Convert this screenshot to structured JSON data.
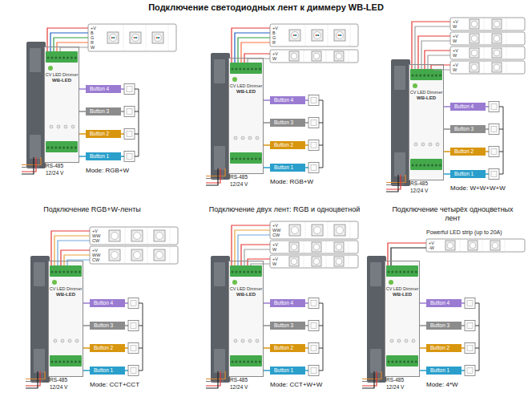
{
  "diagram": {
    "title": "Подключение светодиодных лент к диммеру WB-LED",
    "nodes": [
      {
        "text": [
          "CV LED Dimmer",
          "WB-LED"
        ]
      },
      {
        "text": [
          "Button 4"
        ]
      },
      {
        "text": [
          "Button 3"
        ]
      },
      {
        "text": [
          "Button 2"
        ]
      },
      {
        "text": [
          "Button 1"
        ]
      },
      {
        "text": [
          "CV LED Dimmer",
          "WB-LED"
        ]
      },
      {
        "text": [
          "Button 4"
        ]
      },
      {
        "text": [
          "Button 3"
        ]
      },
      {
        "text": [
          "Button 2"
        ]
      },
      {
        "text": [
          "Button 1"
        ]
      },
      {
        "text": [
          "CV LED Dimmer",
          "WB-LED"
        ]
      },
      {
        "text": [
          "Button 4"
        ]
      },
      {
        "text": [
          "Button 3"
        ]
      },
      {
        "text": [
          "Button 2"
        ]
      },
      {
        "text": [
          "Button 1"
        ]
      },
      {
        "text": [
          "CV LED Dimmer",
          "WB-LED"
        ]
      },
      {
        "text": [
          "Button 4"
        ]
      },
      {
        "text": [
          "Button 3"
        ]
      },
      {
        "text": [
          "Button 2"
        ]
      },
      {
        "text": [
          "Button 1"
        ]
      },
      {
        "text": [
          "CV LED Dimmer",
          "WB-LED"
        ]
      },
      {
        "text": [
          "Button 4"
        ]
      },
      {
        "text": [
          "Button 3"
        ]
      },
      {
        "text": [
          "Button 2"
        ]
      },
      {
        "text": [
          "Button 1"
        ]
      },
      {
        "text": [
          "CV LED Dimmer",
          "WB-LED"
        ]
      },
      {
        "text": [
          "Button 4"
        ]
      },
      {
        "text": [
          "Button 3"
        ]
      },
      {
        "text": [
          "Button 2"
        ]
      },
      {
        "text": [
          "Button 1"
        ]
      }
    ],
    "edges": [
      {
        "from": 0,
        "to": 1,
        "arrow": "none"
      },
      {
        "from": 0,
        "to": 2,
        "arrow": "none"
      },
      {
        "from": 0,
        "to": 3,
        "arrow": "none"
      },
      {
        "from": 0,
        "to": 4,
        "arrow": "none"
      },
      {
        "from": 5,
        "to": 6,
        "arrow": "none"
      },
      {
        "from": 5,
        "to": 7,
        "arrow": "none"
      },
      {
        "from": 5,
        "to": 8,
        "arrow": "none"
      },
      {
        "from": 5,
        "to": 9,
        "arrow": "none"
      },
      {
        "from": 10,
        "to": 11,
        "arrow": "none"
      },
      {
        "from": 10,
        "to": 12,
        "arrow": "none"
      },
      {
        "from": 10,
        "to": 13,
        "arrow": "none"
      },
      {
        "from": 10,
        "to": 14,
        "arrow": "none"
      },
      {
        "from": 15,
        "to": 16,
        "arrow": "none"
      },
      {
        "from": 15,
        "to": 17,
        "arrow": "none"
      },
      {
        "from": 15,
        "to": 18,
        "arrow": "none"
      },
      {
        "from": 15,
        "to": 19,
        "arrow": "none"
      },
      {
        "from": 20,
        "to": 21,
        "arrow": "none"
      },
      {
        "from": 20,
        "to": 22,
        "arrow": "none"
      },
      {
        "from": 20,
        "to": 23,
        "arrow": "none"
      },
      {
        "from": 20,
        "to": 24,
        "arrow": "none"
      },
      {
        "from": 25,
        "to": 26,
        "arrow": "none"
      },
      {
        "from": 25,
        "to": 27,
        "arrow": "none"
      },
      {
        "from": 25,
        "to": 28,
        "arrow": "none"
      },
      {
        "from": 25,
        "to": 29,
        "arrow": "none"
      }
    ],
    "labels": [
      "+V",
      "B",
      "G",
      "R",
      "W",
      "RS-485",
      "12/24 V",
      "Mode: RGB+W",
      "Подключение RGB+W-ленты",
      "+V",
      "B",
      "G",
      "R",
      "+V",
      "W",
      "RS-485",
      "12/24 V",
      "Mode: RGB+W",
      "Подключение двух лент: RGB и одноцветной",
      "+V",
      "W",
      "+V",
      "W",
      "+V",
      "W",
      "+V",
      "W",
      "RS-485",
      "12/24 V",
      "Mode: W+W+W+W",
      "Подключение четырёх одноцветных лент",
      "+V",
      "WW",
      "CW",
      "+V",
      "WW",
      "CW",
      "RS-485",
      "12/24 V",
      "Mode: CCT+CCT",
      "+V",
      "WW",
      "CW",
      "+V",
      "W",
      "+V",
      "W",
      "RS-485",
      "12/24 V",
      "Mode: CCT+W+W",
      "Powerful LED strip (up to 20A)",
      "+V",
      "-W",
      "RS-485",
      "12/24 V",
      "Mode: 4*W"
    ]
  }
}
